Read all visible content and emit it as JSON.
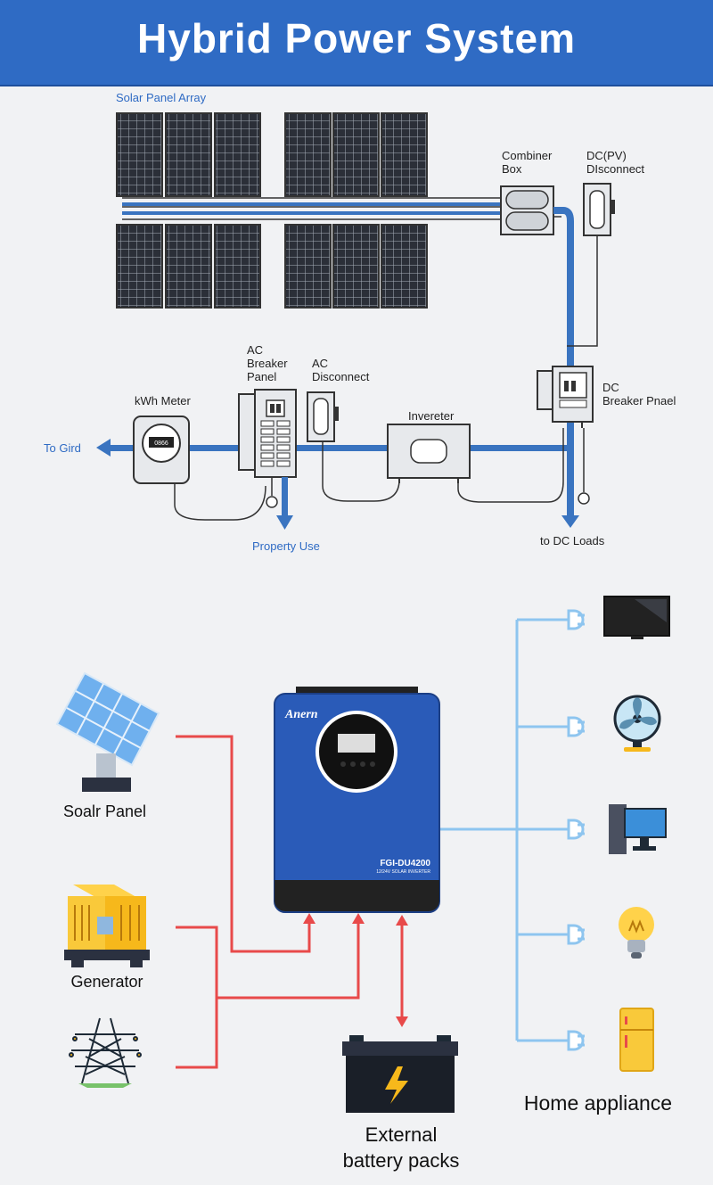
{
  "header": {
    "title": "Hybrid Power System"
  },
  "top_diagram": {
    "solar_array_label": "Solar Panel Array",
    "combiner_box_label": [
      "Combiner",
      "Box"
    ],
    "dc_pv_disconnect_label": [
      "DC(PV)",
      "DIsconnect"
    ],
    "ac_breaker_panel_label": [
      "AC",
      "Breaker",
      "Panel"
    ],
    "ac_disconnect_label": [
      "AC",
      "Disconnect"
    ],
    "kwh_meter_label": "kWh Meter",
    "meter_reading": "0866",
    "inverter_label": "Invereter",
    "dc_breaker_panel_label": [
      "DC",
      "Breaker Pnael"
    ],
    "to_grid_label": "To Gird",
    "property_use_label": "Property Use",
    "to_dc_loads_label": "to DC Loads"
  },
  "bottom_diagram": {
    "solar_panel_label": "Soalr Panel",
    "generator_label": "Generator",
    "battery_label": [
      "External",
      "battery packs"
    ],
    "home_appliance_label": "Home appliance",
    "inverter_brand": "Anern",
    "inverter_model": "FGI-DU4200",
    "inverter_subtitle": "12/24V SOLAR INVERTER"
  },
  "colors": {
    "header": "#2f6bc4",
    "wire_blue": "#3a74c0",
    "wire_red": "#e84a4a",
    "wire_light_blue": "#8ec5ef",
    "inverter_body": "#2a5bb8"
  }
}
